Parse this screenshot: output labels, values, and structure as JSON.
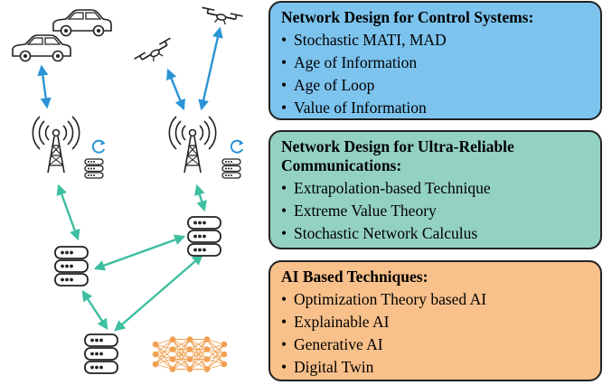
{
  "panels": [
    {
      "id": "control",
      "title": "Network Design for Control Systems:",
      "color": "#7cc3ee",
      "items": [
        "Stochastic MATI, MAD",
        "Age of Information",
        "Age of Loop",
        "Value of Information"
      ]
    },
    {
      "id": "urllc",
      "title": "Network Design for Ultra-Reliable Communications:",
      "color": "#93d1c3",
      "items": [
        "Extrapolation-based Technique",
        "Extreme Value Theory",
        "Stochastic Network Calculus"
      ]
    },
    {
      "id": "ai",
      "title": "AI Based Techniques:",
      "color": "#f8c08a",
      "items": [
        "Optimization Theory based AI",
        "Explainable AI",
        "Generative AI",
        "Digital Twin"
      ]
    }
  ],
  "colors": {
    "vehicle_link": "#2a94d6",
    "backhaul_link": "#3dbfa0",
    "neural_net": "#f0a050",
    "refresh_icon": "#2a94d6"
  }
}
